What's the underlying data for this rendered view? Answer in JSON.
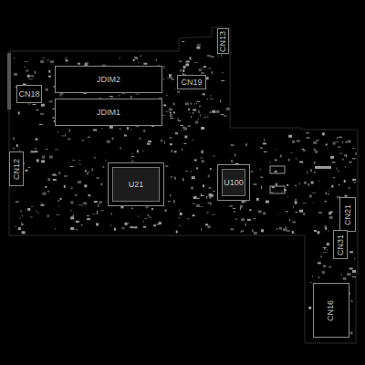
{
  "diagram": {
    "nodes": [
      {
        "text": [
          "CN13"
        ]
      },
      {
        "text": [
          "CN18"
        ]
      },
      {
        "text": [
          "JDIM2"
        ]
      },
      {
        "text": [
          "JDIM1"
        ]
      },
      {
        "text": [
          "CN19"
        ]
      },
      {
        "text": [
          "CN12"
        ]
      },
      {
        "text": [
          "U21"
        ]
      },
      {
        "text": [
          "U100"
        ]
      },
      {
        "text": [
          "CN21"
        ]
      },
      {
        "text": [
          "CN31"
        ]
      },
      {
        "text": [
          "CN16"
        ]
      }
    ]
  }
}
